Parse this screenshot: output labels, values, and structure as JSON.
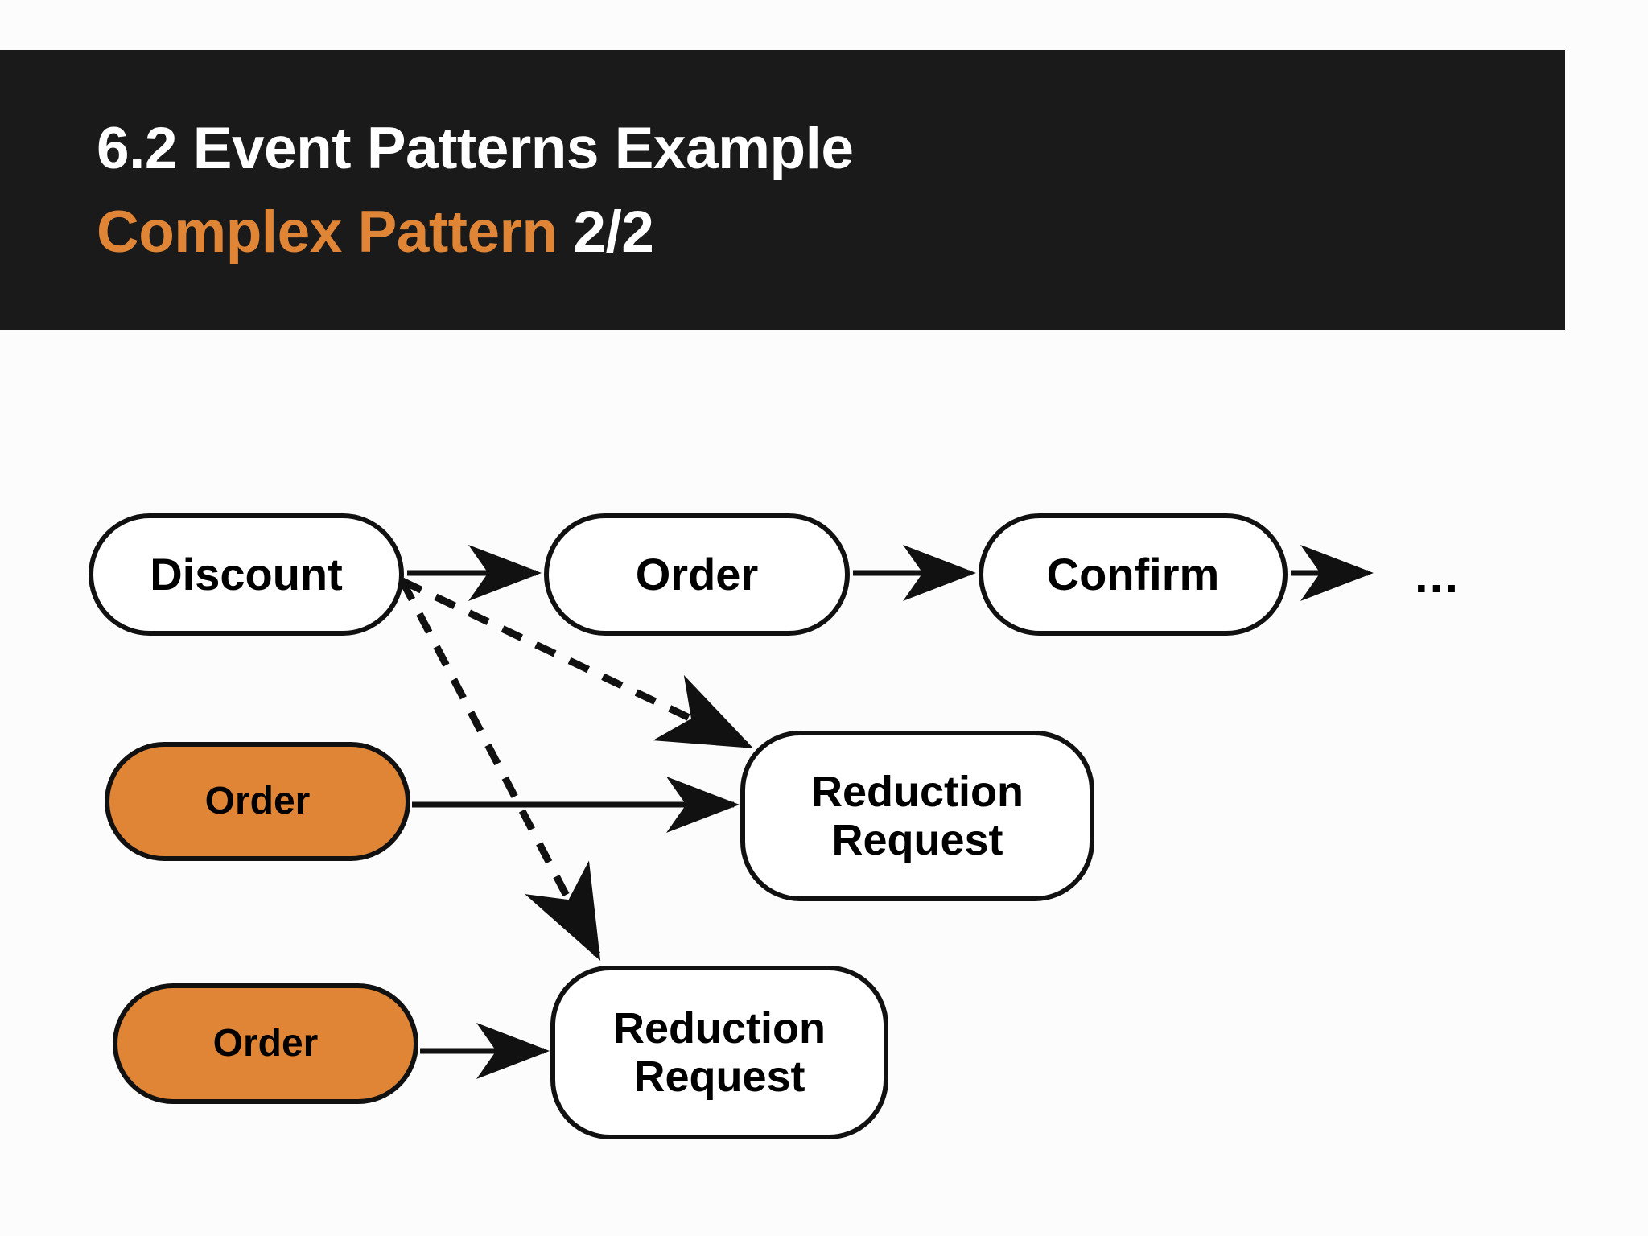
{
  "slide": {
    "background_color": "#FCFCFC",
    "header": {
      "background_color": "#1A1A1A",
      "line1": "6.2 Event Patterns Example",
      "line2_accent": "Complex Pattern",
      "line2_rest": " 2/2",
      "accent_color": "#E08436",
      "text_color": "#FFFFFF"
    }
  },
  "diagram": {
    "type": "flow",
    "node_border_color": "#111111",
    "node_fill_default": "#FFFFFF",
    "node_fill_highlight": "#E08436",
    "nodes": [
      {
        "id": "discount",
        "label": "Discount",
        "row": "top",
        "highlighted": false
      },
      {
        "id": "order-top",
        "label": "Order",
        "row": "top",
        "highlighted": false
      },
      {
        "id": "confirm",
        "label": "Confirm",
        "row": "top",
        "highlighted": false
      },
      {
        "id": "order-mid",
        "label": "Order",
        "row": "middle",
        "highlighted": true
      },
      {
        "id": "reduction-mid",
        "label": "Reduction\nRequest",
        "row": "middle",
        "highlighted": false
      },
      {
        "id": "order-bot",
        "label": "Order",
        "row": "bottom",
        "highlighted": true
      },
      {
        "id": "reduction-bot",
        "label": "Reduction\nRequest",
        "row": "bottom",
        "highlighted": false
      }
    ],
    "continuation_marker": "...",
    "edges": [
      {
        "from": "discount",
        "to": "order-top",
        "style": "solid",
        "arrow": "end"
      },
      {
        "from": "order-top",
        "to": "confirm",
        "style": "solid",
        "arrow": "end"
      },
      {
        "from": "confirm",
        "to": "continuation",
        "style": "solid",
        "arrow": "end"
      },
      {
        "from": "order-mid",
        "to": "reduction-mid",
        "style": "solid",
        "arrow": "end"
      },
      {
        "from": "order-bot",
        "to": "reduction-bot",
        "style": "solid",
        "arrow": "end"
      },
      {
        "from": "discount",
        "to": "reduction-mid",
        "style": "dashed",
        "arrow": "end"
      },
      {
        "from": "discount",
        "to": "reduction-bot",
        "style": "dashed",
        "arrow": "end"
      }
    ]
  }
}
